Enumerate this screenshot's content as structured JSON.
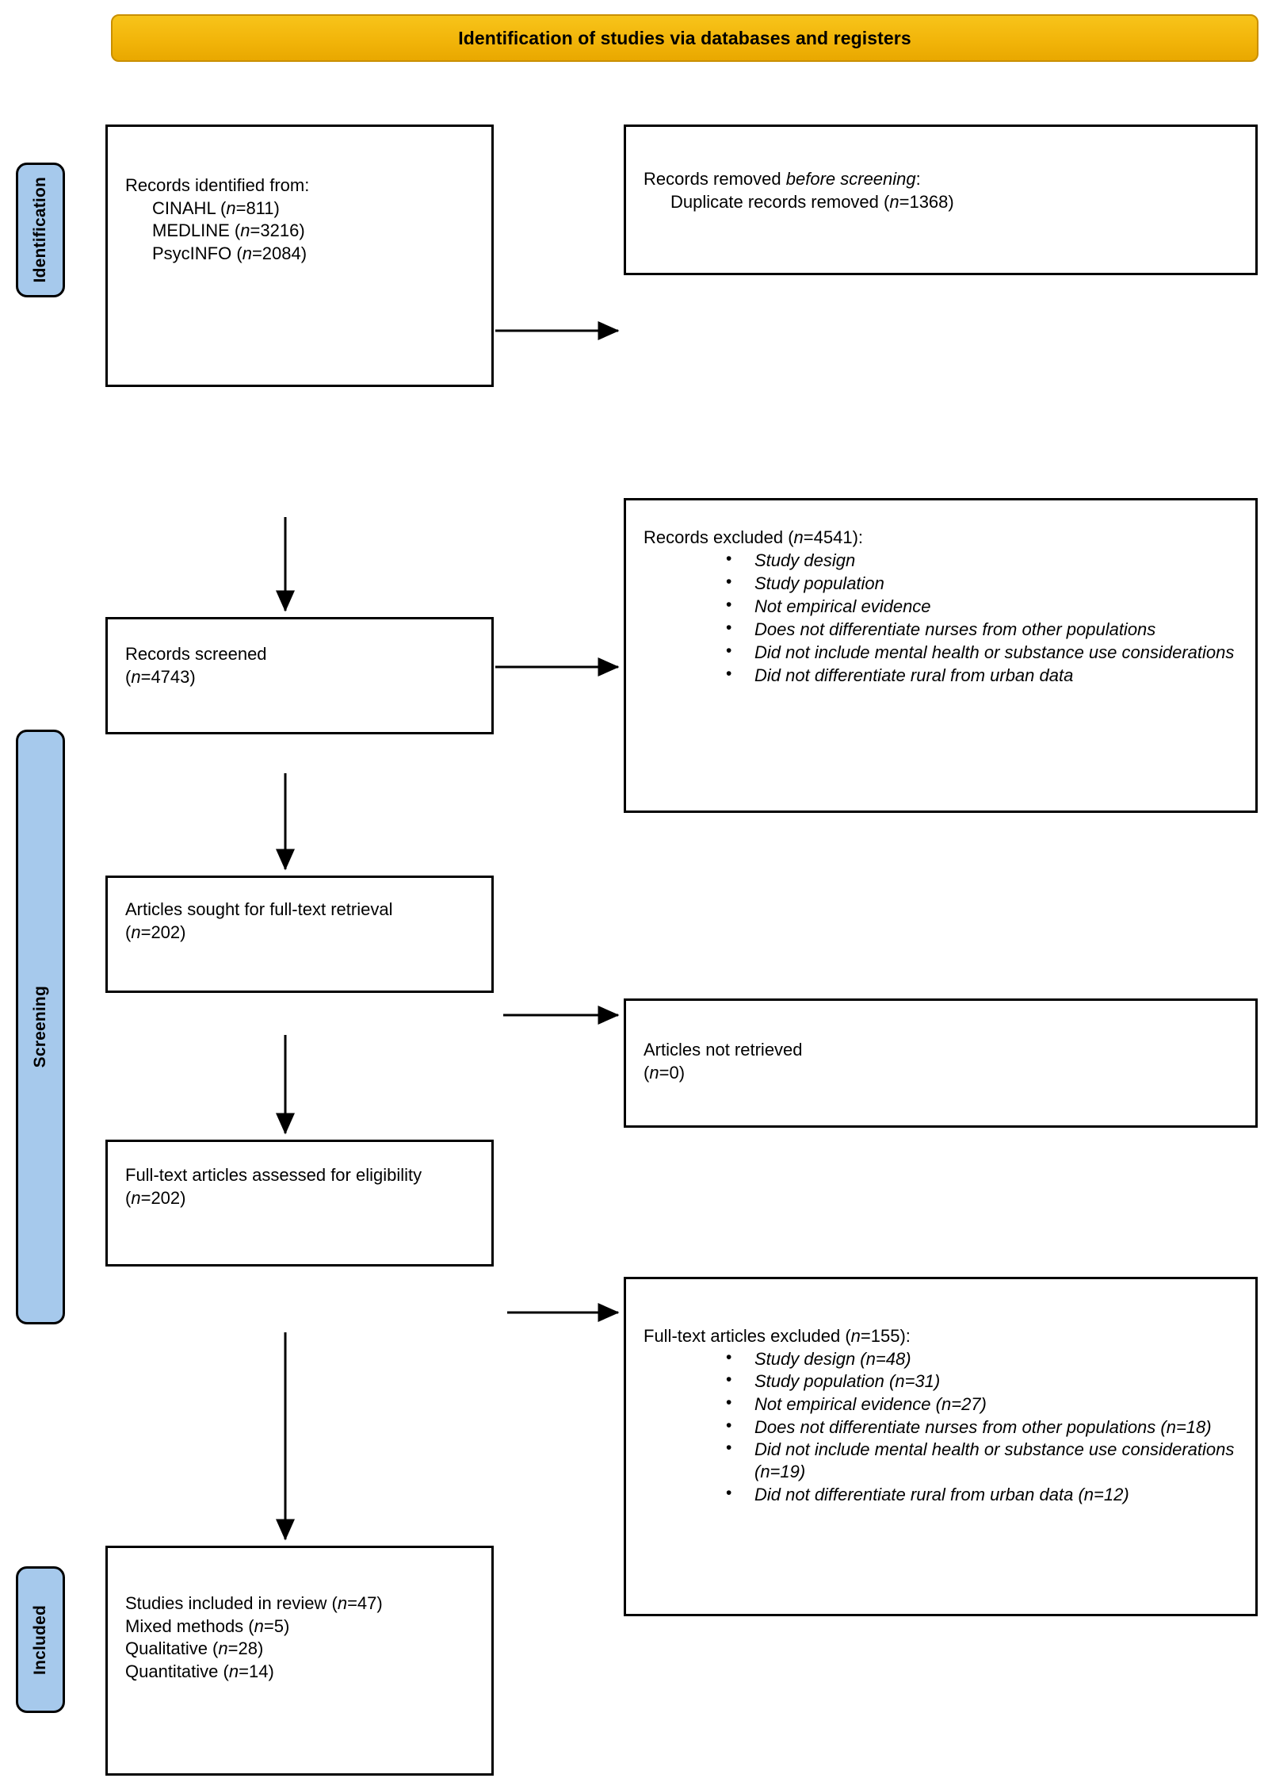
{
  "header": {
    "title": "Identification of studies via databases and registers"
  },
  "stages": [
    {
      "id": "identification",
      "label": "Identification"
    },
    {
      "id": "screening",
      "label": "Screening"
    },
    {
      "id": "included",
      "label": "Included"
    }
  ],
  "colors": {
    "banner": "#f2b50a",
    "stage": "#a6c9ec",
    "box_border": "#000000",
    "background": "#ffffff"
  },
  "boxes": {
    "identified": {
      "title": "Records identified from:",
      "lines": [
        {
          "label": "CINAHL",
          "n": "811",
          "text": "CINAHL (n=811)"
        },
        {
          "label": "MEDLINE",
          "n": "3216",
          "text": "MEDLINE (n=3216)"
        },
        {
          "label": "PsycINFO",
          "n": "2084",
          "text": "PsycINFO (n=2084)"
        }
      ]
    },
    "removed": {
      "title_pre": "Records removed ",
      "title_italic": "before screening",
      "title_post": ":",
      "line": "Duplicate records removed (n=1368)",
      "n": "1368"
    },
    "screened": {
      "title": "Records screened",
      "count_line": "(n=4743)",
      "n": "4743"
    },
    "excluded": {
      "title_pre": "Records excluded (",
      "title_n": "4541",
      "title_post": "):",
      "n": "4541",
      "bullets": [
        "Study design",
        "Study population",
        "Not empirical evidence",
        "Does not differentiate nurses from other populations",
        "Did not include mental health or substance use considerations",
        "Did not differentiate rural from urban data"
      ]
    },
    "sought": {
      "title": "Articles sought for full-text retrieval",
      "count_line": "(n=202)",
      "n": "202"
    },
    "not_retrieved": {
      "title": "Articles not retrieved",
      "count_line": "(n=0)",
      "n": "0"
    },
    "assessed": {
      "title": "Full-text articles assessed for eligibility",
      "count_line": "(n=202)",
      "n": "202"
    },
    "ft_excluded": {
      "title_pre": "Full-text articles excluded (",
      "title_n": "155",
      "title_post": "):",
      "n": "155",
      "bullets": [
        {
          "text": "Study design (n=48)",
          "n": "48"
        },
        {
          "text": "Study population (n=31)",
          "n": "31"
        },
        {
          "text": "Not empirical evidence (n=27)",
          "n": "27"
        },
        {
          "text": "Does not differentiate nurses from other populations (n=18)",
          "n": "18"
        },
        {
          "text": "Did not include mental health or substance use considerations (n=19)",
          "n": "19"
        },
        {
          "text": "Did not differentiate rural from urban data (n=12)",
          "n": "12"
        }
      ]
    },
    "included": {
      "lines": [
        {
          "text": "Studies included in review (n=47)",
          "n": "47"
        },
        {
          "text": "Mixed methods (n=5)",
          "n": "5"
        },
        {
          "text": "Qualitative (n=28)",
          "n": "28"
        },
        {
          "text": "Quantitative (n=14)",
          "n": "14"
        }
      ]
    }
  }
}
